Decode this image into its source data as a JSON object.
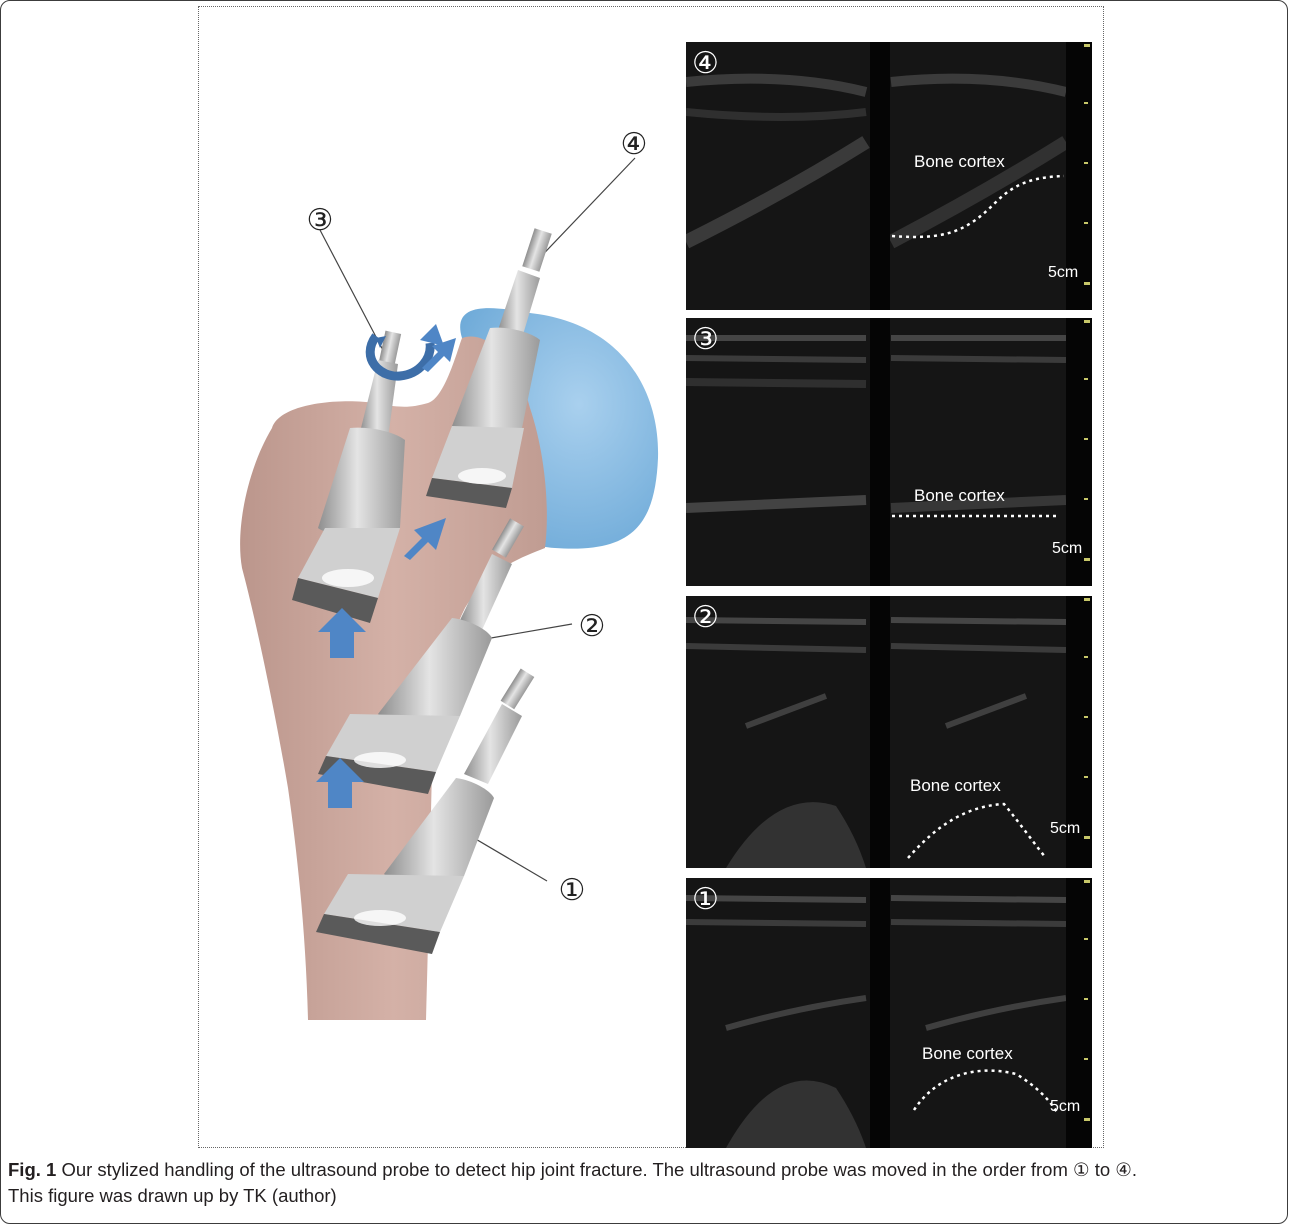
{
  "figure": {
    "callout_labels": [
      "①",
      "②",
      "③",
      "④"
    ],
    "panels": [
      {
        "number": "④",
        "label": "Bone cortex",
        "scale": "5cm"
      },
      {
        "number": "③",
        "label": "Bone cortex",
        "scale": "5cm"
      },
      {
        "number": "②",
        "label": "Bone cortex",
        "scale": "5cm"
      },
      {
        "number": "①",
        "label": "Bone cortex",
        "scale": "5cm"
      }
    ]
  },
  "caption": {
    "fig_label": "Fig. 1",
    "line1": " Our stylized handling of the ultrasound probe to detect hip joint fracture. The ultrasound probe was moved in the order from ① to ④.",
    "line2": "This figure was drawn up by TK (author)"
  },
  "colors": {
    "bone": "#c9a49a",
    "femoral_head": "#7fb7e2",
    "arrow": "#4f86c6",
    "probe": "#b9b9b9",
    "ultrasound_bg": "#111111"
  }
}
